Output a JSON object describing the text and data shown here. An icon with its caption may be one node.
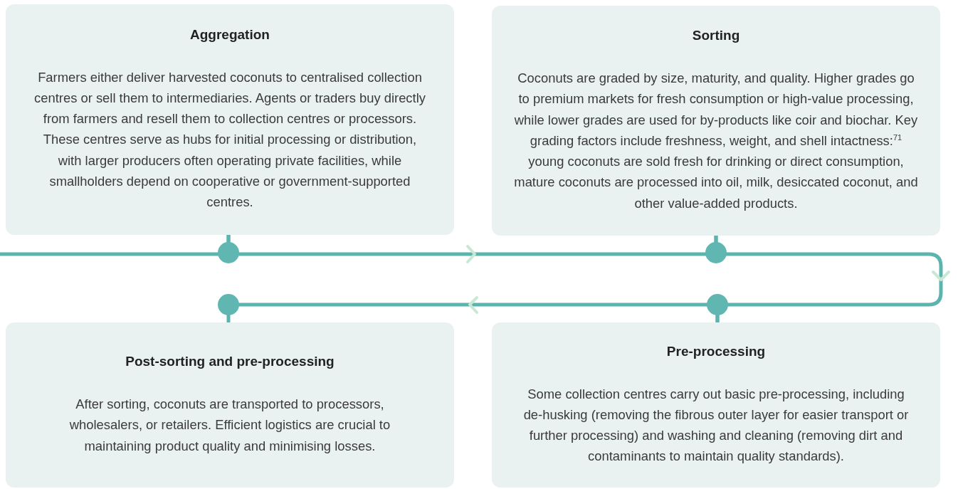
{
  "diagram": {
    "nodes": [
      {
        "text": [
          "Aggregation",
          "Farmers either deliver harvested coconuts to centralised collection centres or sell them to intermediaries. Agents or traders buy directly from farmers and resell them to collection centres or processors. These centres serve as hubs for initial processing or distribution, with larger producers often operating private facilities, while smallholders depend on cooperative or government-supported centres."
        ]
      },
      {
        "text": [
          "Sorting",
          "Coconuts are graded by size, maturity, and quality. Higher grades go to premium markets for fresh consumption or high-value processing, while lower grades are used for by-products like coir and biochar. Key grading factors include freshness, weight, and shell intactness:$^{71}$ young coconuts are sold fresh for drinking or direct consumption, mature coconuts are processed into oil, milk, desiccated coconut, and other value-added products."
        ]
      },
      {
        "text": [
          "Pre-processing",
          "Some collection centres carry out basic pre-processing, including de-husking (removing the fibrous outer layer for easier transport or further processing) and washing and cleaning (removing dirt and contaminants to maintain quality standards)."
        ]
      },
      {
        "text": [
          "Post-sorting and pre-processing",
          "After sorting, coconuts are transported to processors, wholesalers, or retailers. Efficient logistics are crucial to maintaining product quality and minimising losses."
        ]
      }
    ],
    "edges": [
      {
        "from": null,
        "to": 0,
        "arrow": "none"
      },
      {
        "from": 0,
        "to": 1,
        "arrow": "to"
      },
      {
        "from": 1,
        "to": 2,
        "arrow": "to"
      },
      {
        "from": 2,
        "to": 3,
        "arrow": "to"
      }
    ]
  }
}
